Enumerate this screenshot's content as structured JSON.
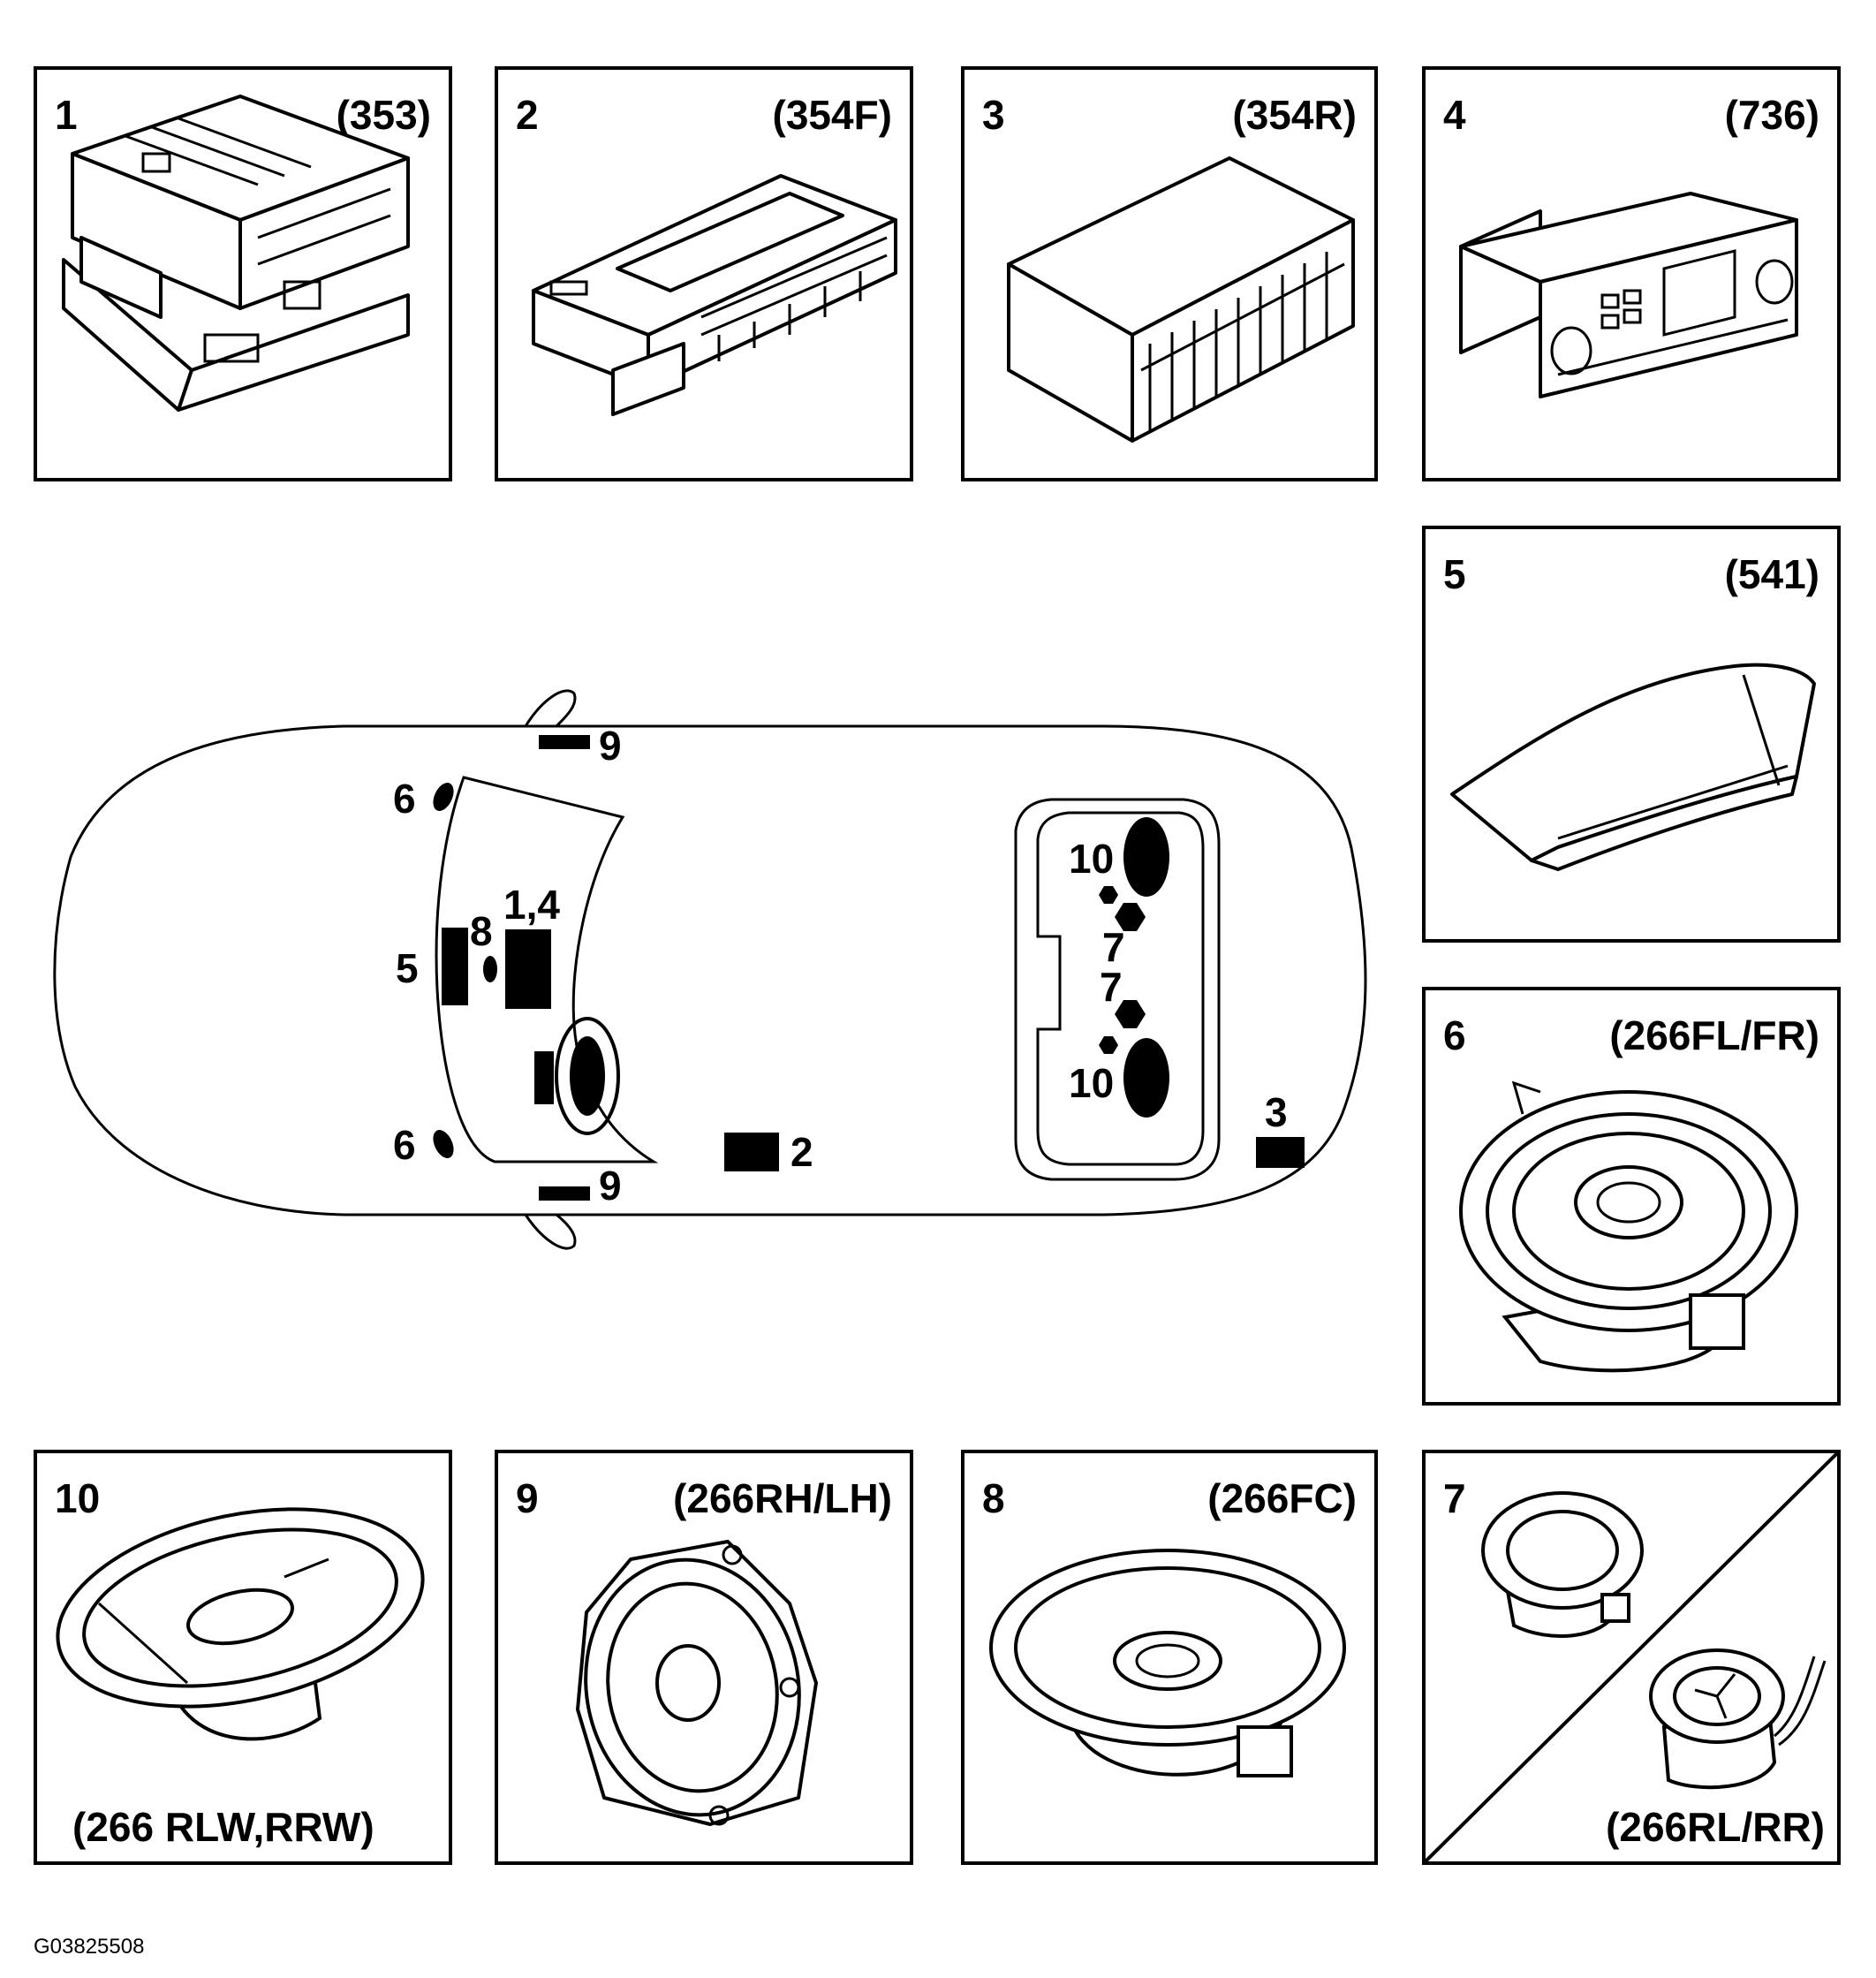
{
  "figure_id": "G03825508",
  "panels": [
    {
      "number": "1",
      "code": "(353)",
      "icon": "audio-control-module-icon"
    },
    {
      "number": "2",
      "code": "(354F)",
      "icon": "front-amplifier-icon"
    },
    {
      "number": "3",
      "code": "(354R)",
      "icon": "rear-amplifier-icon"
    },
    {
      "number": "4",
      "code": "(736)",
      "icon": "radio-head-unit-icon"
    },
    {
      "number": "5",
      "code": "(541)",
      "icon": "dash-display-unit-icon"
    },
    {
      "number": "6",
      "code": "(266FL/FR)",
      "icon": "front-door-speaker-icon"
    },
    {
      "number": "10",
      "code": "(266 RLW,RRW)",
      "icon": "rear-woofer-oval-speaker-icon"
    },
    {
      "number": "9",
      "code": "(266RH/LH)",
      "icon": "door-speaker-icon"
    },
    {
      "number": "8",
      "code": "(266FC)",
      "icon": "center-speaker-icon"
    },
    {
      "number": "7",
      "code": "(266RL/RR)",
      "icon": "rear-speaker-tweeter-icon"
    }
  ],
  "car": {
    "labels": {
      "l9_top": "9",
      "l6_top": "6",
      "l14": "1,4",
      "l8": "8",
      "l5": "5",
      "l6_bottom": "6",
      "l9_bottom": "9",
      "l2": "2",
      "l10_top": "10",
      "l7_top": "7",
      "l7_bottom": "7",
      "l10_bottom": "10",
      "l3": "3"
    }
  }
}
